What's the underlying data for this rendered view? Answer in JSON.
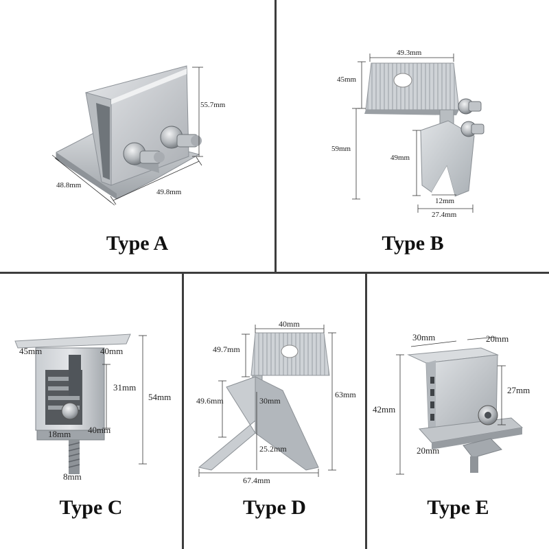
{
  "panels": {
    "a": {
      "title": "Type A",
      "dims": {
        "height": "55.7mm",
        "depth": "48.8mm",
        "width": "49.8mm"
      }
    },
    "b": {
      "title": "Type B",
      "dims": {
        "top_width": "49.3mm",
        "top_height": "45mm",
        "total_height": "59mm",
        "leg_height": "49mm",
        "slot": "12mm",
        "base": "27.4mm"
      }
    },
    "c": {
      "title": "Type C",
      "dims": {
        "left_flange": "45mm",
        "right_flange": "40mm",
        "inner_height": "31mm",
        "total_height": "54mm",
        "bottom_left": "18mm",
        "bottom_right": "40mm",
        "bolt": "8mm"
      }
    },
    "d": {
      "title": "Type D",
      "dims": {
        "top_width": "40mm",
        "top_height": "49.7mm",
        "total_height": "63mm",
        "leg_length": "49.6mm",
        "center_height": "30mm",
        "lower_height": "25.2mm",
        "base_width": "67.4mm"
      }
    },
    "e": {
      "title": "Type E",
      "dims": {
        "top_left": "30mm",
        "top_right": "20mm",
        "wing_height": "27mm",
        "total_height": "42mm",
        "base": "20mm"
      }
    }
  }
}
